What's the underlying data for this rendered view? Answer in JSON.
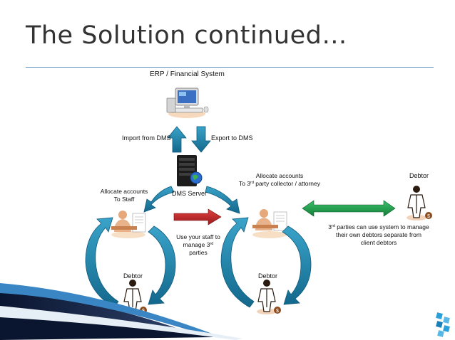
{
  "slide": {
    "title": "The Solution continued…"
  },
  "diagram": {
    "erp_label": "ERP / Financial System",
    "import_label": "Import from DMS",
    "export_label": "Export to DMS",
    "dms_server_label": "DMS Server",
    "allocate_staff_line1": "Allocate accounts",
    "allocate_staff_line2": "To Staff",
    "allocate_3rd_line1": "Allocate accounts",
    "allocate_3rd_line2_pre": "To 3",
    "allocate_3rd_line2_sup": "rd",
    "allocate_3rd_line2_post": " party collector / attorney",
    "debtor_right_label": "Debtor",
    "use_staff_line1": "Use your staff to",
    "use_staff_line2_pre": "manage 3",
    "use_staff_line2_sup": "rd",
    "use_staff_line3": "parties",
    "third_parties_line1_pre": "3",
    "third_parties_line1_sup": "rd",
    "third_parties_line1_post": " parties can use system to manage",
    "third_parties_line2": "their own debtors separate from",
    "third_parties_line3": "client debtors",
    "debtor_left_label": "Debtor",
    "debtor_mid_label": "Debtor",
    "colors": {
      "arrow_blue": "#1a7fa8",
      "arrow_red": "#c0282a",
      "arrow_green": "#1fa24a",
      "navy": "#0f1c3a"
    }
  }
}
